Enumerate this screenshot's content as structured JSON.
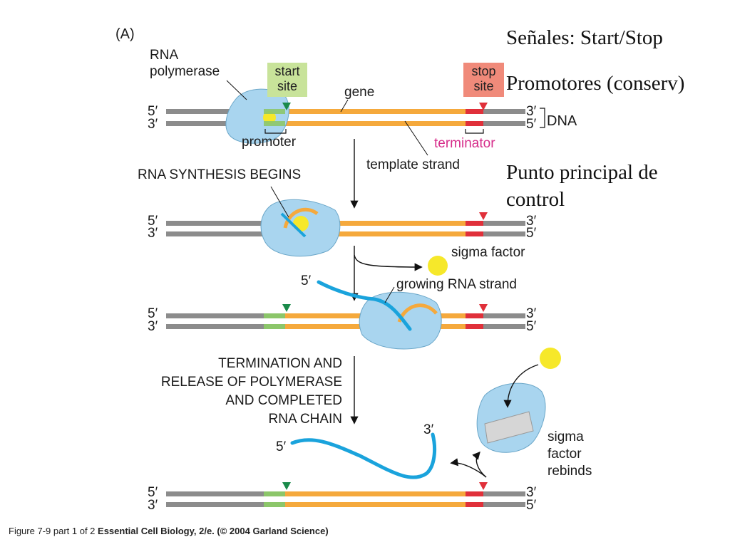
{
  "panel_letter": "(A)",
  "colors": {
    "dna_grey": "#8c8c8c",
    "gene_orange": "#f5a93c",
    "promoter_green": "#8cc66a",
    "terminator_red": "#e0303a",
    "start_marker": "#1a8a4a",
    "stop_marker": "#e0303a",
    "polymerase_blue": "#a9d5ef",
    "rna_blue": "#1aa3dc",
    "sigma_yellow": "#f6e82a",
    "start_box": "#c8e39a",
    "stop_box": "#f08a7a",
    "terminator_text": "#d62c8a"
  },
  "labels": {
    "rna_polymerase": "RNA\npolymerase",
    "start_site": "start\nsite",
    "stop_site": "stop\nsite",
    "gene": "gene",
    "dna": "DNA",
    "promoter": "promoter",
    "terminator": "terminator",
    "template_strand": "template strand",
    "synthesis_begins": "RNA SYNTHESIS BEGINS",
    "sigma_factor": "sigma factor",
    "growing_rna": "growing RNA strand",
    "termination": "TERMINATION AND\nRELEASE OF POLYMERASE\nAND COMPLETED\nRNA CHAIN",
    "sigma_rebinds": "sigma\nfactor\nrebinds",
    "five_prime": "5′",
    "three_prime": "3′"
  },
  "notes": {
    "signals": "Señales: Start/Stop",
    "promoters": "Promotores (conserv)",
    "control": "Punto principal de\ncontrol"
  },
  "caption": {
    "figure": "Figure 7-9 part 1 of 2",
    "book": "Essential Cell Biology, 2/e. (© 2004 Garland Science)"
  }
}
